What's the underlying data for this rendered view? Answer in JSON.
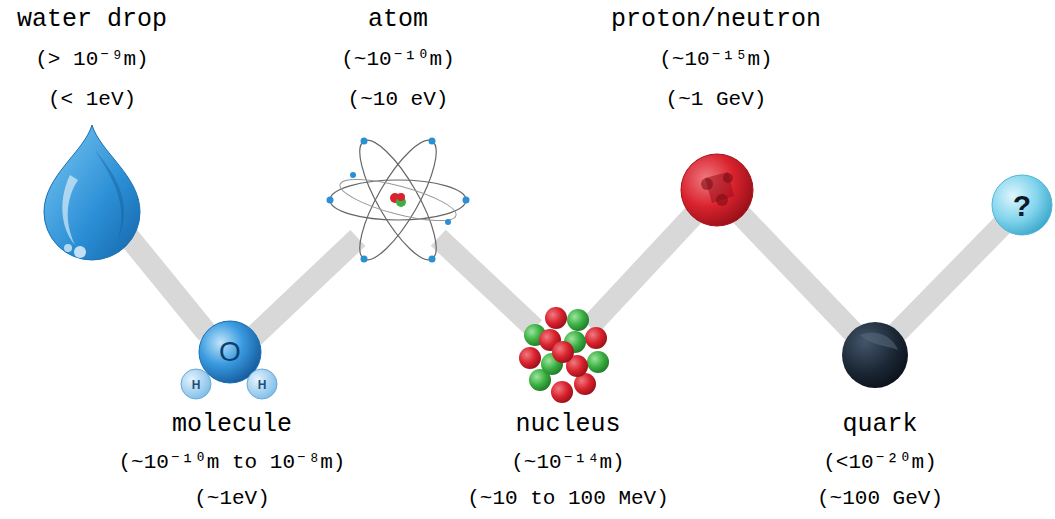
{
  "diagram": {
    "nodes": [
      {
        "text": [
          "water drop",
          "(> 10⁻⁹m)",
          "(< 1eV)"
        ]
      },
      {
        "text": [
          "molecule",
          "(~10⁻¹⁰m to 10⁻⁸m)",
          "(~1eV)"
        ]
      },
      {
        "text": [
          "atom",
          "(~10⁻¹⁰m)",
          "(~10 eV)"
        ]
      },
      {
        "text": [
          "nucleus",
          "(~10⁻¹⁴m)",
          "(~10 to 100 MeV)"
        ]
      },
      {
        "text": [
          "proton/neutron",
          "(~10⁻¹⁵m)",
          "(~1 GeV)"
        ]
      },
      {
        "text": [
          "quark",
          "(<10⁻²⁰m)",
          "(~100 GeV)"
        ]
      },
      {
        "text": [
          "?"
        ]
      }
    ],
    "edges": [
      {
        "from": 0,
        "to": 1,
        "arrow": "none"
      },
      {
        "from": 1,
        "to": 2,
        "arrow": "none"
      },
      {
        "from": 2,
        "to": 3,
        "arrow": "none"
      },
      {
        "from": 3,
        "to": 4,
        "arrow": "none"
      },
      {
        "from": 4,
        "to": 5,
        "arrow": "none"
      },
      {
        "from": 5,
        "to": 6,
        "arrow": "none"
      }
    ],
    "labels": [
      "O",
      "H",
      "H"
    ]
  }
}
